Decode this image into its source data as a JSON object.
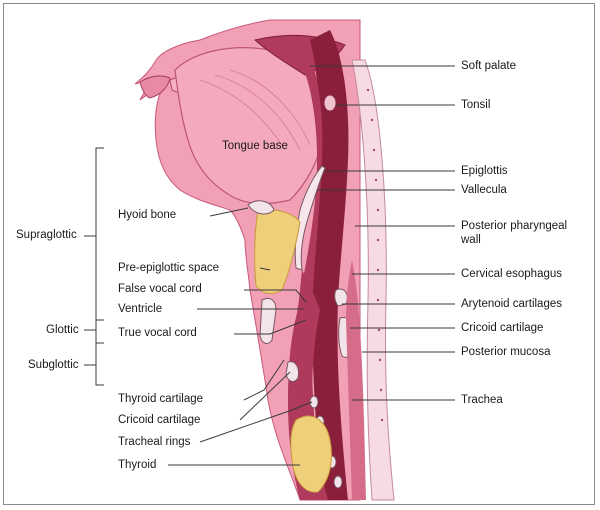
{
  "diagram": {
    "center_label": "Tongue base",
    "regions": [
      "Supraglottic",
      "Glottic",
      "Subglottic"
    ],
    "left_labels": [
      "Hyoid bone",
      "Pre-epiglottic space",
      "False vocal cord",
      "Ventricle",
      "True vocal cord",
      "Thyroid cartilage",
      "Cricoid cartilage",
      "Tracheal rings",
      "Thyroid"
    ],
    "right_labels": [
      "Soft palate",
      "Tonsil",
      "Epiglottis",
      "Vallecula",
      "Posterior pharyngeal",
      "wall",
      "Cervical esophagus",
      "Arytenoid cartilages",
      "Cricoid cartilage",
      "Posterior mucosa",
      "Trachea"
    ],
    "colors": {
      "skin": "#f2a0b6",
      "skin_dark": "#c8587a",
      "airway": "#8a1f3c",
      "airway_mid": "#b03a5c",
      "cartilage": "#e6c7d2",
      "fat": "#f0cf7a",
      "spine": "#f7dbe3",
      "line": "#3a3a3a"
    }
  }
}
